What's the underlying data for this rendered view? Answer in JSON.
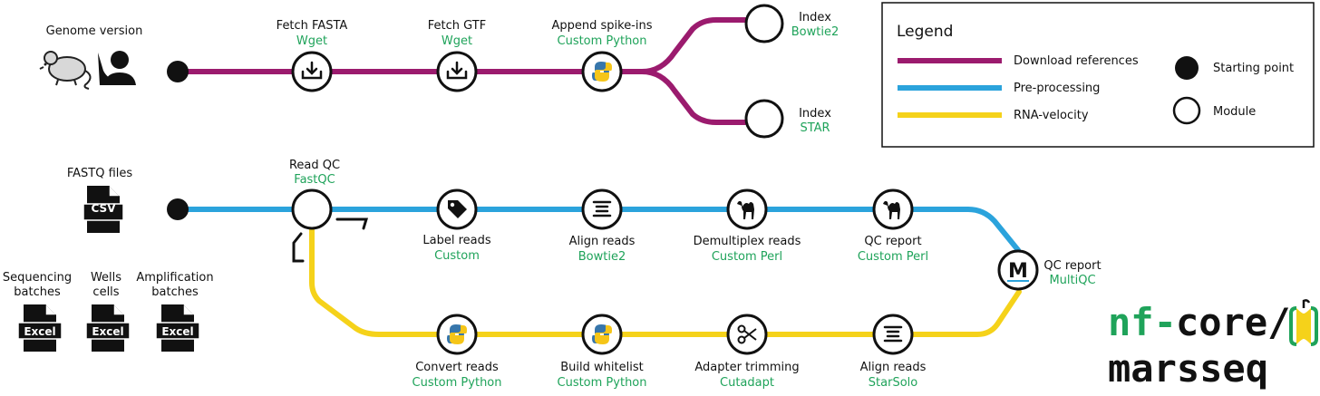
{
  "colors": {
    "download": "#9b1b6e",
    "preprocess": "#2ba3dc",
    "velocity": "#f5d21a",
    "tool": "#1fa35a",
    "logo_green": "#1fa35a"
  },
  "inputs": {
    "genome": "Genome version",
    "fastq": "FASTQ files",
    "csv": "CSV",
    "seq_l1": "Sequencing",
    "seq_l2": "batches",
    "wells_l1": "Wells",
    "wells_l2": "cells",
    "amp_l1": "Amplification",
    "amp_l2": "batches",
    "excel": "Excel"
  },
  "nodes": {
    "fetch_fasta": {
      "title": "Fetch FASTA",
      "tool": "Wget"
    },
    "fetch_gtf": {
      "title": "Fetch GTF",
      "tool": "Wget"
    },
    "spike": {
      "title": "Append spike-ins",
      "tool": "Custom Python"
    },
    "index_bt": {
      "title": "Index",
      "tool": "Bowtie2"
    },
    "index_star": {
      "title": "Index",
      "tool": "STAR"
    },
    "read_qc": {
      "title": "Read QC",
      "tool": "FastQC"
    },
    "label": {
      "title": "Label reads",
      "tool": "Custom"
    },
    "align": {
      "title": "Align reads",
      "tool": "Bowtie2"
    },
    "demux": {
      "title": "Demultiplex reads",
      "tool": "Custom Perl"
    },
    "qc": {
      "title": "QC report",
      "tool": "Custom Perl"
    },
    "multiqc": {
      "title": "QC report",
      "tool": "MultiQC"
    },
    "convert": {
      "title": "Convert reads",
      "tool": "Custom Python"
    },
    "whitelist": {
      "title": "Build whitelist",
      "tool": "Custom Python"
    },
    "trim": {
      "title": "Adapter trimming",
      "tool": "Cutadapt"
    },
    "starsolo": {
      "title": "Align reads",
      "tool": "StarSolo"
    }
  },
  "legend": {
    "title": "Legend",
    "download": "Download references",
    "preprocess": "Pre-processing",
    "velocity": "RNA-velocity",
    "start": "Starting point",
    "module": "Module"
  },
  "logo": {
    "line1_green": "nf-",
    "line1_black": "core/",
    "line2": "marsseq"
  },
  "icons": {
    "multiqc_letter": "M"
  }
}
